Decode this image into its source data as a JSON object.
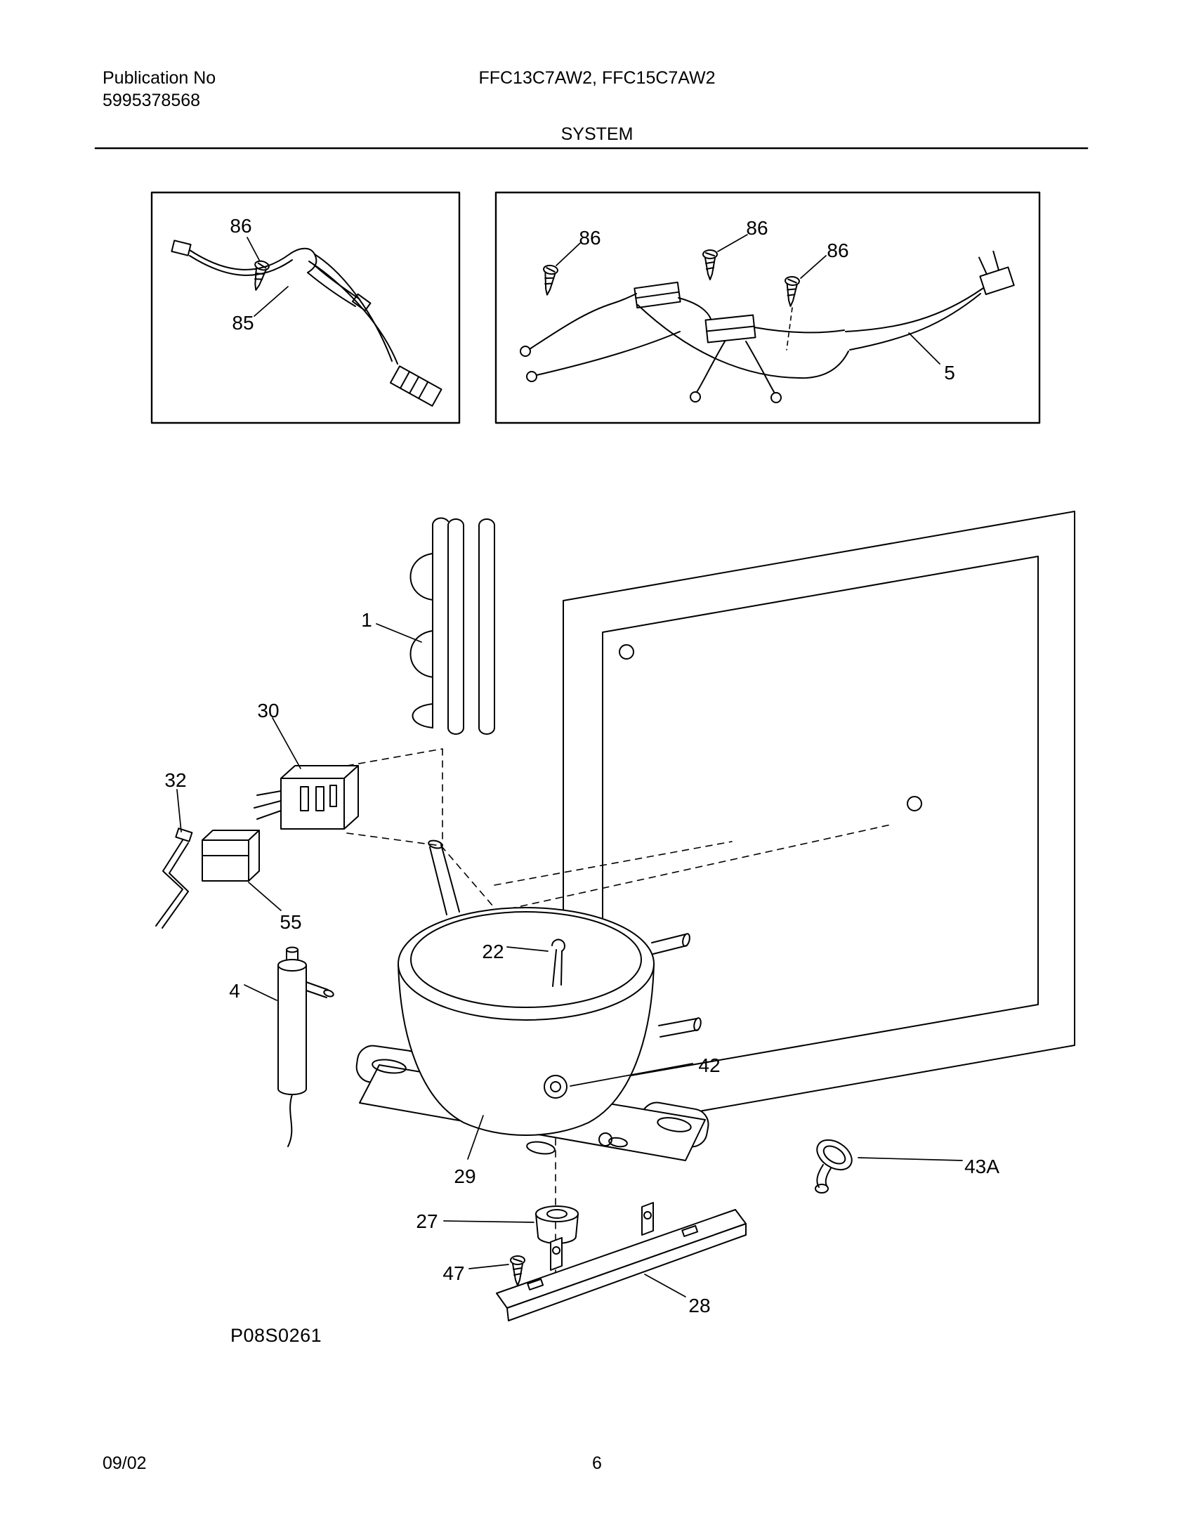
{
  "header": {
    "publication_label": "Publication No",
    "publication_number": "5995378568",
    "models": "FFC13C7AW2, FFC15C7AW2",
    "section_title": "SYSTEM"
  },
  "diagram": {
    "figure_code": "P08S0261",
    "callouts": {
      "inset_left": {
        "screw": "86",
        "harness": "85"
      },
      "inset_right": {
        "screw_1": "86",
        "screw_2": "86",
        "screw_3": "86",
        "power_cord": "5"
      },
      "main": {
        "condenser": "1",
        "relay": "30",
        "cord": "32",
        "overload": "55",
        "drier": "4",
        "pin": "22",
        "hole": "42",
        "compressor": "29",
        "clamp": "43A",
        "grommet": "27",
        "screw": "47",
        "base_rail": "28"
      }
    }
  },
  "footer": {
    "date": "09/02",
    "page_number": "6"
  }
}
